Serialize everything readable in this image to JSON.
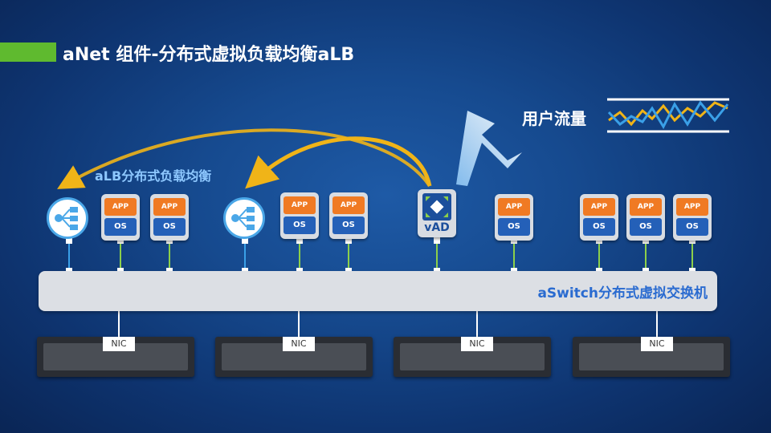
{
  "title": "aNet 组件-分布式虚拟负载均衡aLB",
  "traffic_label": "用户流量",
  "alb_caption": "aLB分布式负载均衡",
  "switch_label": "aSwitch分布式虚拟交换机",
  "vm": {
    "app": "APP",
    "os": "OS"
  },
  "vad_label": "vAD",
  "nic_label": "NIC",
  "colors": {
    "title_accent": "#5fba2f",
    "app": "#f07a23",
    "os": "#2460b8",
    "link_blue": "#3aa0e8",
    "link_green": "#8ccf4a",
    "arrow_gold": "#f0b418"
  }
}
